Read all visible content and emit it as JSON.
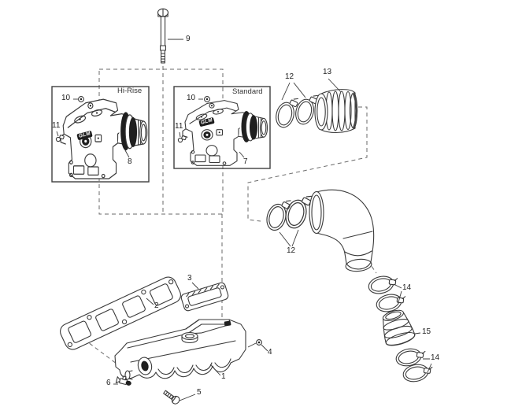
{
  "boxes": {
    "hi_rise": "Hi-Rise",
    "standard": "Standard"
  },
  "logo": "GLM",
  "callouts": {
    "c1": "1",
    "c2": "2",
    "c3": "3",
    "c4": "4",
    "c5": "5",
    "c6": "6",
    "c7": "7",
    "c8": "8",
    "c9": "9",
    "c10": "10",
    "c11": "11",
    "c12": "12",
    "c13": "13",
    "c14": "14",
    "c15": "15"
  }
}
